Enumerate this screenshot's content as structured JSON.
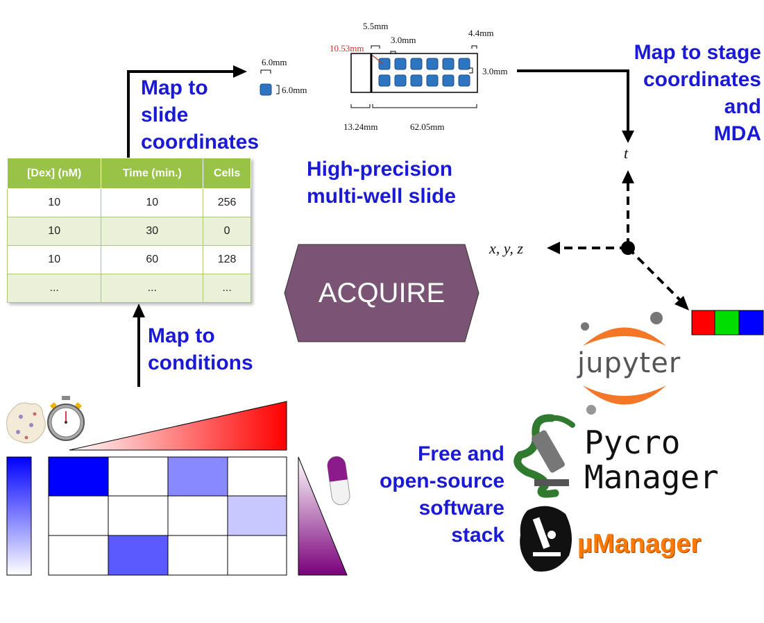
{
  "labels": {
    "map_to_slide": [
      "Map to",
      "slide",
      "coordinates"
    ],
    "map_to_stage": [
      "Map to stage",
      "coordinates",
      "and",
      "MDA"
    ],
    "high_precision": [
      "High-precision",
      "multi-well slide"
    ],
    "map_to_conditions": [
      "Map to",
      "conditions"
    ],
    "free_open_source": [
      "Free and",
      "open-source",
      "software",
      "stack"
    ],
    "acquire": "ACQUIRE"
  },
  "slide_dimensions": {
    "well_width": "6.0mm",
    "well_height": "6.0mm",
    "left_margin": "5.5mm",
    "well_spacing": "3.0mm",
    "right_margin": "4.4mm",
    "diagonal": "10.53mm",
    "row_spacing": "3.0mm",
    "label_width": "13.24mm",
    "well_area_width": "62.05mm"
  },
  "axes": {
    "t": "t",
    "xyz": "x, y, z"
  },
  "conditions_table": {
    "headers": [
      "[Dex] (nM)",
      "Time (min.)",
      "Cells"
    ],
    "rows": [
      [
        "10",
        "10",
        "256"
      ],
      [
        "10",
        "30",
        "0"
      ],
      [
        "10",
        "60",
        "128"
      ],
      [
        "...",
        "...",
        "..."
      ]
    ]
  },
  "logos": {
    "jupyter": "jupyter",
    "pycro_line1": "Pycro",
    "pycro_line2": "Manager",
    "umanager": "µManager"
  },
  "colors": {
    "label_blue": "#1a1ad6",
    "acquire_fill": "#7a5375",
    "table_header": "#98c346",
    "well_blue": "#2e75c0",
    "dim_red": "#c0392b",
    "jupyter_orange": "#f37726",
    "channel_red": "#ff0000",
    "channel_green": "#00dd00",
    "channel_blue": "#0000ff"
  },
  "icons": [
    "cells-icon",
    "stopwatch-icon",
    "pill-icon",
    "snake-icon",
    "microscope-icon"
  ]
}
